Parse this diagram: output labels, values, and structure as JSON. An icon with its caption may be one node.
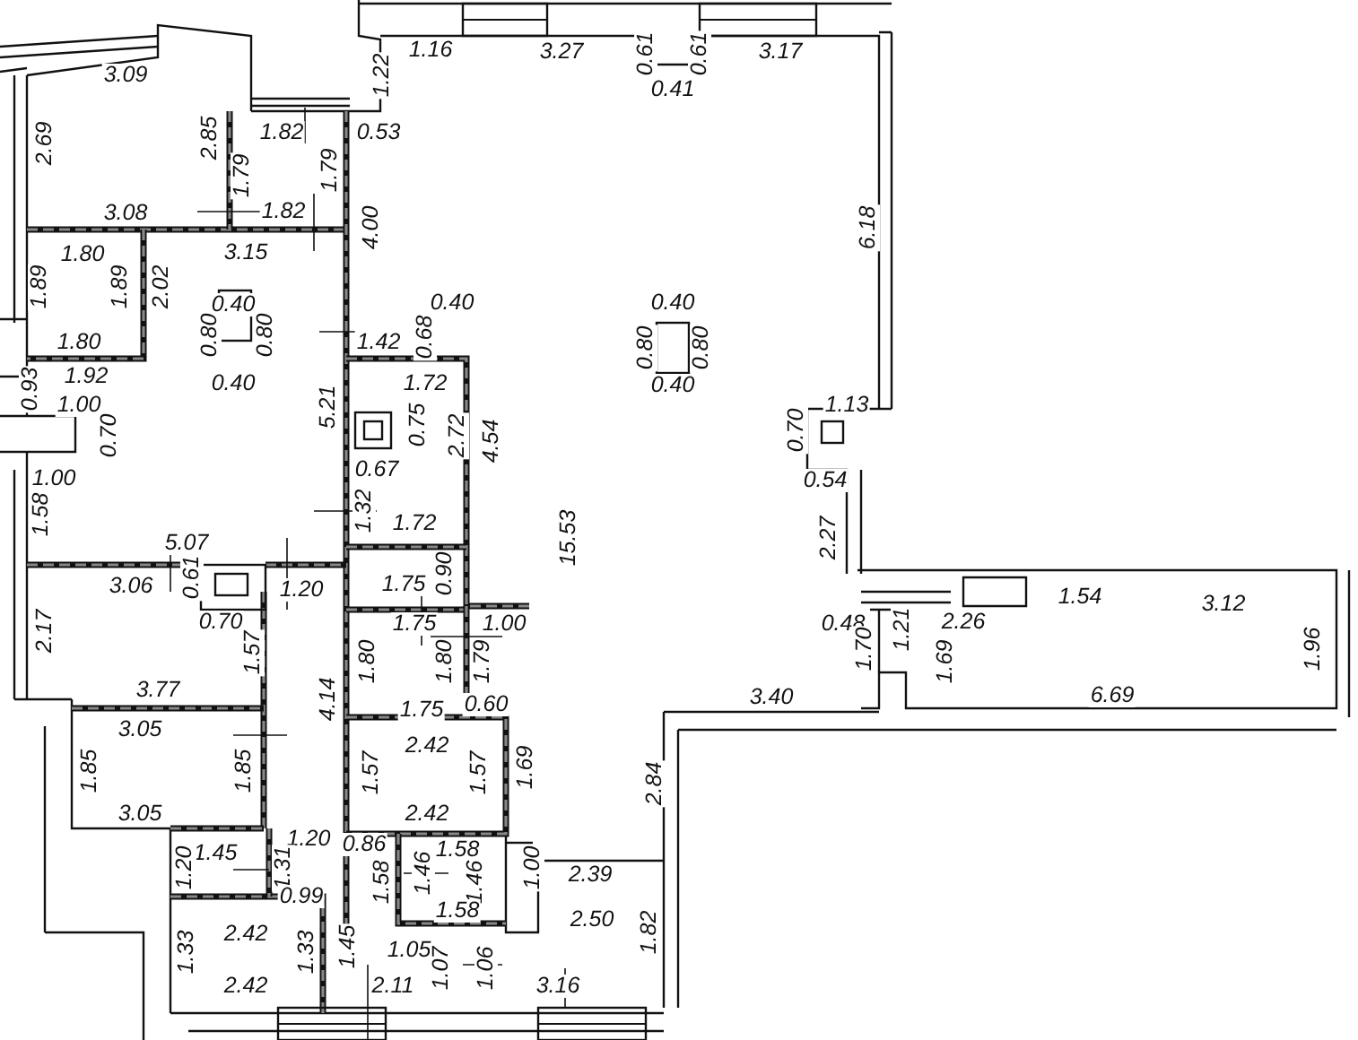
{
  "diagram": {
    "labels": [
      "1.22",
      "1.16",
      "3.27",
      "0.61",
      "0.61",
      "3.17",
      "0.41",
      "3.09",
      "2.69",
      "2.85",
      "1.82",
      "0.53",
      "1.79",
      "1.79",
      "6.18",
      "3.08",
      "1.82",
      "3.15",
      "4.00",
      "1.80",
      "1.89",
      "1.89",
      "2.02",
      "0.40",
      "0.40",
      "0.40",
      "0.68",
      "1.42",
      "0.80",
      "0.80",
      "0.80",
      "0.80",
      "1.80",
      "1.92",
      "0.93",
      "0.40",
      "1.72",
      "0.40",
      "1.00",
      "0.70",
      "5.21",
      "0.75",
      "2.72",
      "4.54",
      "0.70",
      "1.13",
      "1.00",
      "0.67",
      "0.54",
      "1.58",
      "1.32",
      "1.72",
      "15.53",
      "2.27",
      "5.07",
      "3.06",
      "0.61",
      "1.20",
      "1.75",
      "0.90",
      "1.54",
      "3.12",
      "0.70",
      "1.75",
      "1.00",
      "0.48",
      "1.21",
      "2.26",
      "2.17",
      "1.57",
      "1.80",
      "1.80",
      "1.79",
      "1.70",
      "1.69",
      "1.96",
      "3.77",
      "4.14",
      "1.75",
      "0.60",
      "3.40",
      "6.69",
      "2.42",
      "3.05",
      "1.85",
      "1.85",
      "1.57",
      "1.57",
      "1.69",
      "2.84",
      "3.05",
      "2.42",
      "1.45",
      "1.20",
      "0.86",
      "1.58",
      "1.20",
      "1.31",
      "1.58",
      "1.46",
      "1.00",
      "2.39",
      "0.99",
      "1.46",
      "1.58",
      "2.50",
      "2.42",
      "1.05",
      "1.33",
      "1.33",
      "1.45",
      "1.07",
      "1.06",
      "1.82",
      "2.42",
      "2.11",
      "3.16"
    ]
  }
}
